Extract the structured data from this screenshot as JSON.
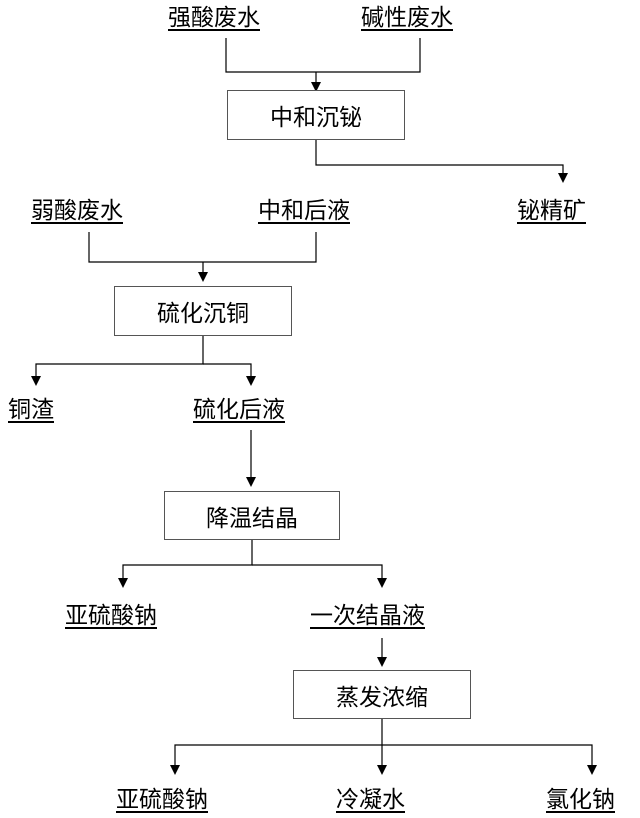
{
  "materials": {
    "strong_acid_wastewater": "强酸废水",
    "alkaline_wastewater": "碱性废水",
    "weak_acid_wastewater": "弱酸废水",
    "neutralized_liquid": "中和后液",
    "bismuth_concentrate": "铋精矿",
    "copper_slag": "铜渣",
    "sulfurized_liquid": "硫化后液",
    "sodium_sulfite_1": "亚硫酸钠",
    "primary_crystal_liquid": "一次结晶液",
    "sodium_sulfite_2": "亚硫酸钠",
    "condensed_water": "冷凝水",
    "sodium_chloride": "氯化钠"
  },
  "processes": {
    "neutralize_bismuth": "中和沉铋",
    "sulfide_copper": "硫化沉铜",
    "cooling_crystallization": "降温结晶",
    "evaporation_concentration": "蒸发浓缩"
  }
}
